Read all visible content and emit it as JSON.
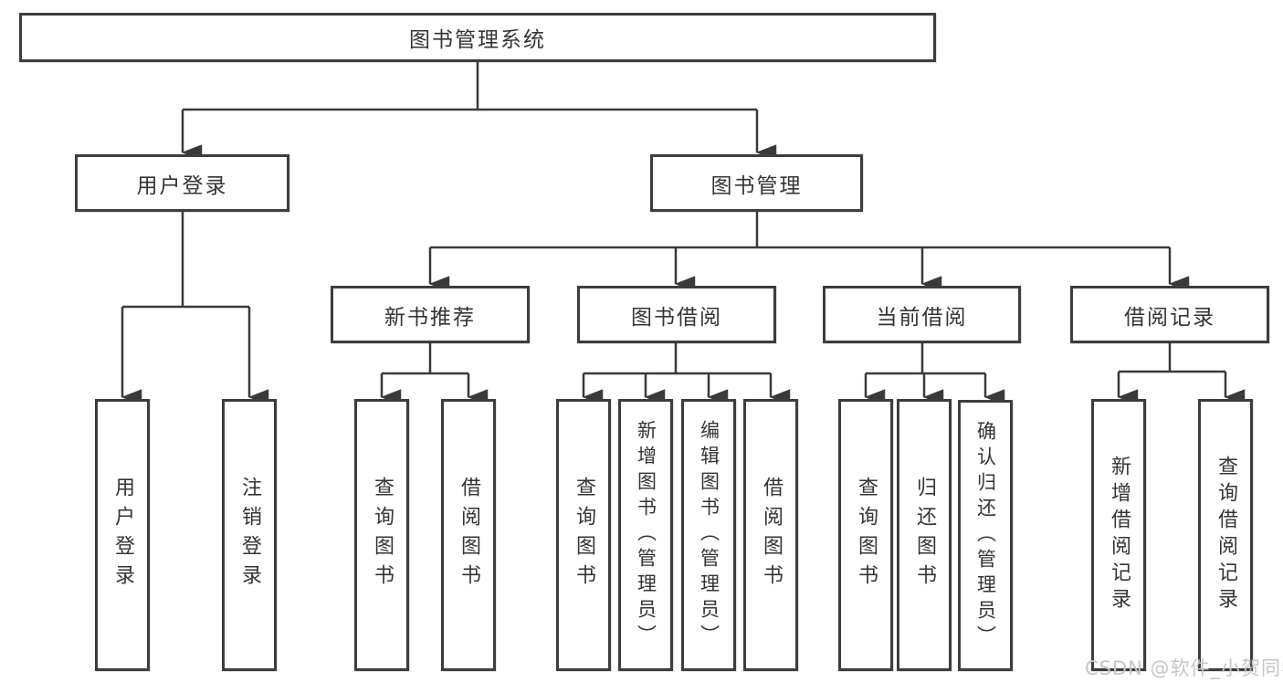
{
  "diagram": {
    "title_node": {
      "label": "图书管理系统"
    },
    "level2": [
      {
        "id": "user-login",
        "label": "用户登录"
      },
      {
        "id": "book-management",
        "label": "图书管理"
      }
    ],
    "level3": [
      {
        "id": "new-book-recommend",
        "label": "新书推荐"
      },
      {
        "id": "book-borrow",
        "label": "图书借阅"
      },
      {
        "id": "current-borrow",
        "label": "当前借阅"
      },
      {
        "id": "borrow-records",
        "label": "借阅记录"
      }
    ],
    "leaves": [
      {
        "id": "user-login-leaf",
        "label": "用户登录"
      },
      {
        "id": "logout",
        "label": "注销登录"
      },
      {
        "id": "query-books-1",
        "label": "查询图书"
      },
      {
        "id": "borrow-books-1",
        "label": "借阅图书"
      },
      {
        "id": "query-books-2",
        "label": "查询图书"
      },
      {
        "id": "add-books-admin",
        "label": "新增图书（管理员）"
      },
      {
        "id": "edit-books-admin",
        "label": "编辑图书（管理员）"
      },
      {
        "id": "borrow-books-2",
        "label": "借阅图书"
      },
      {
        "id": "query-books-3",
        "label": "查询图书"
      },
      {
        "id": "return-books",
        "label": "归还图书"
      },
      {
        "id": "confirm-return-admin",
        "label": "确认归还（管理员）"
      },
      {
        "id": "add-borrow-record",
        "label": "新增借阅记录"
      },
      {
        "id": "query-borrow-record",
        "label": "查询借阅记录"
      }
    ]
  },
  "watermark": {
    "text": "CSDN @软件_小贺同学"
  },
  "colors": {
    "line": "#3a3a3a",
    "box_border": "#3d3d3d",
    "text": "#343434",
    "watermark": "#c6c6c6",
    "background": "#ffffff"
  }
}
